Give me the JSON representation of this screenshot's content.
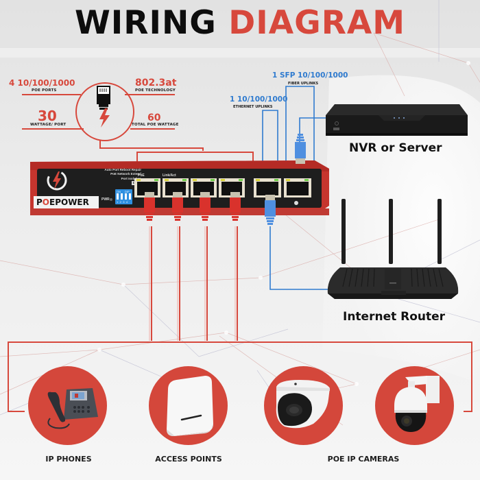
{
  "title": {
    "part1": "WIRING",
    "part2": "DIAGRAM"
  },
  "colors": {
    "accent_red": "#d7483c",
    "uplink_blue": "#2f7bcf",
    "text_dark": "#111111"
  },
  "specs": [
    {
      "value": "4 10/100/1000",
      "caption": "POE PORTS"
    },
    {
      "value": "802.3at",
      "caption": "POE TECHNOLOGY"
    },
    {
      "value": "30",
      "caption": "WATTAGE/ PORT"
    },
    {
      "value": "60",
      "caption": "TOTAL POE WATTAGE"
    }
  ],
  "spec_icon": "ethernet-plug-lightning-icon",
  "uplinks": {
    "fiber": {
      "value": "1 SFP 10/100/1000",
      "caption": "FIBER UPLINKS"
    },
    "ethernet": {
      "value": "1 10/100/1000",
      "caption": "ETHERNET UPLINKS"
    }
  },
  "switch": {
    "brand": {
      "p": "P",
      "o": "O",
      "rest": "EPOWER"
    },
    "dip_labels": [
      "Auto Port Reboot Repair",
      "PoE Network Extend",
      "Port Isolation",
      "DOS"
    ],
    "dip_header": {
      "on": "ON",
      "dip": "DIP"
    },
    "dip_numbers": [
      "1",
      "2",
      "3",
      "4"
    ],
    "pwr_label": "PWR",
    "poe_label": "PoE",
    "link_label": "Link/Act"
  },
  "devices": {
    "nvr": "NVR or Server",
    "router": "Internet Router"
  },
  "categories": [
    {
      "label": "IP PHONES",
      "icon": "ip-phone-icon"
    },
    {
      "label": "ACCESS POINTS",
      "icon": "access-point-icon"
    },
    {
      "label": "POE IP CAMERAS",
      "icon": "poe-camera-icon"
    }
  ]
}
